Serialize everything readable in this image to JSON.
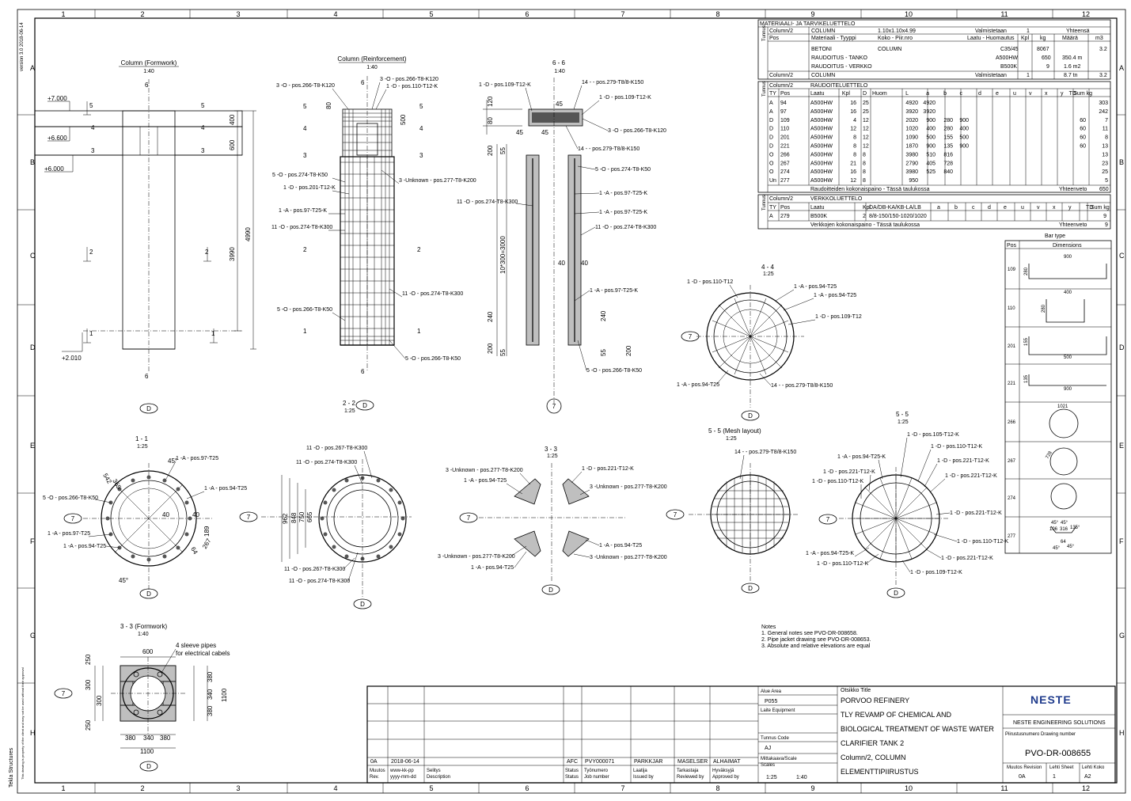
{
  "grid": {
    "columns": [
      "1",
      "2",
      "3",
      "4",
      "5",
      "6",
      "7",
      "8",
      "9",
      "10",
      "11",
      "12"
    ],
    "rows": [
      "A",
      "B",
      "C",
      "D",
      "E",
      "F",
      "G",
      "H"
    ]
  },
  "margin": {
    "side_text": "Tekla Structures",
    "side_note": "This drawing is property of the client and may not be used without their approval",
    "version": "version 3.0 2018-06-14"
  },
  "views": {
    "formwork": {
      "title": "Column (Formwork)",
      "scale": "1:40",
      "levels": [
        "+7.000",
        "+6.600",
        "+6.000",
        "+2.010"
      ],
      "dims": [
        "400",
        "600",
        "3990",
        "4990"
      ],
      "section_marks": [
        "1",
        "2",
        "3",
        "4",
        "5",
        "6"
      ],
      "grid_ref": "D"
    },
    "reinforcement": {
      "title": "Column (Reinforcement)",
      "scale": "1:40",
      "labels": [
        "3 -O - pos.266-T8-K120",
        "3 -O - pos.266-T8-K120",
        "1 -D - pos.110-T12-K",
        "5 -O - pos.274-T8-K50",
        "1 -D - pos.201-T12-K",
        "1 -A - pos.97-T25-K",
        "11 -O - pos.274-T8-K300",
        "3 -Unknown - pos.277-T8-K200",
        "11 -O - pos.274-T8-K300",
        "5 -O - pos.266-T8-K50",
        "5 -O - pos.266-T8-K50"
      ],
      "dims": [
        "80",
        "500"
      ],
      "section": "2 - 2",
      "section_scale": "1:25"
    },
    "section66": {
      "title": "6 - 6",
      "scale": "1:40",
      "labels": [
        "1 -D - pos.109-T12-K",
        "14 - - pos.279-T8/8-K150",
        "1 -D - pos.109-T12-K",
        "3 -O - pos.266-T8-K120",
        "14 - - pos.279-T8/8-K150",
        "5 -O - pos.274-T8-K50",
        "11 -O - pos.274-T8-K300",
        "1 -A - pos.97-T25-K",
        "1 -A - pos.97-T25-K",
        "11 -O - pos.274-T8-K300",
        "1 -A - pos.97-T25-K",
        "5 -O - pos.266-T8-K50"
      ],
      "dims": [
        "120",
        "80",
        "45",
        "45",
        "45",
        "200",
        "55",
        "10*300=3000",
        "40",
        "40",
        "240",
        "240",
        "200",
        "55",
        "55",
        "200"
      ],
      "grid_ref": "7"
    },
    "section44": {
      "title": "4 - 4",
      "scale": "1:25",
      "labels": [
        "1 -D - pos.110-T12",
        "1 -A - pos.94-T25",
        "1 -A - pos.94-T25",
        "1 -D - pos.109-T12",
        "1 -A - pos.94-T25",
        "14 - - pos.279-T8/8-K150"
      ],
      "grid_refs": [
        "7",
        "D"
      ]
    },
    "section11": {
      "title": "1 - 1",
      "scale": "1:25",
      "labels": [
        "1 -A - pos.97-T25",
        "1 -A - pos.94-T25",
        "5 -O - pos.266-T8-K50",
        "1 -A - pos.97-T25",
        "1 -A - pos.94-T25"
      ],
      "dims": [
        "542",
        "365",
        "40",
        "40",
        "189",
        "64",
        "267"
      ],
      "angles": [
        "45°",
        "45°"
      ],
      "grid_refs": [
        "7",
        "D"
      ]
    },
    "section22": {
      "labels": [
        "11 -O - pos.267-T8-K300",
        "11 -O - pos.274-T8-K300",
        "11 -O - pos.267-T8-K300",
        "11 -O - pos.274-T8-K300"
      ],
      "dims": [
        "962",
        "848",
        "750",
        "665"
      ],
      "grid_refs": [
        "7",
        "D"
      ]
    },
    "section33": {
      "title": "3 - 3",
      "scale": "1:25",
      "labels": [
        "3 -Unknown - pos.277-T8-K200",
        "1 -A - pos.94-T25",
        "1 -D - pos.221-T12-K",
        "3 -Unknown - pos.277-T8-K200",
        "1 -A - pos.94-T25",
        "3 -Unknown - pos.277-T8-K200",
        "3 -Unknown - pos.277-T8-K200",
        "1 -A - pos.94-T25"
      ],
      "grid_refs": [
        "7",
        "D"
      ]
    },
    "mesh": {
      "title": "5 - 5 (Mesh layout)",
      "scale": "1:25",
      "labels": [
        "14 - - pos.279-T8/8-K150"
      ],
      "grid_refs": [
        "7",
        "D"
      ]
    },
    "section55": {
      "title": "5 - 5",
      "scale": "1:25",
      "labels": [
        "1 -D - pos.105-T12-K",
        "1 -D - pos.110-T12-K",
        "1 -A - pos.94-T25-K",
        "1 -D - pos.221-T12-K",
        "1 -D - pos.221-T12-K",
        "1 -D - pos.221-T12-K",
        "1 -D - pos.110-T12-K",
        "1 -D - pos.221-T12-K",
        "1 -D - pos.110-T12-K",
        "1 -A - pos.94-T25-K",
        "1 -D - pos.221-T12-K",
        "1 -D - pos.110-T12-K",
        "1 -D - pos.109-T12-K"
      ],
      "grid_refs": [
        "7",
        "D"
      ]
    },
    "formwork33": {
      "title": "3 - 3 (Formwork)",
      "scale": "1:40",
      "note": "4 sleeve pipes",
      "note2": "for electrical cabels",
      "dims": [
        "600",
        "250",
        "300",
        "300",
        "250",
        "380",
        "340",
        "380",
        "1100",
        "380",
        "340",
        "380",
        "1100"
      ],
      "grid_refs": [
        "7",
        "D"
      ]
    }
  },
  "materials": {
    "title": "MATERIAALI- JA TARVIKELUETTELO",
    "side": "Tunnus",
    "head1": [
      "Column/2",
      "COLUMN",
      "1.10x1.10x4.99",
      "Valmistetaan",
      "1",
      "Yhteensä"
    ],
    "head2": [
      "Pos",
      "Materiaali - Tyyppi",
      "Koko - Piir.nro",
      "Laatu - Huomautus",
      "Kpl",
      "kg",
      "Määrä",
      "m3"
    ],
    "rows": [
      [
        "",
        "BETONI",
        "COLUMN",
        "C35/45",
        "",
        "8067",
        "",
        "3.2"
      ],
      [
        "",
        "RAUDOITUS - TANKO",
        "",
        "A500HW",
        "",
        "650",
        "350.4  m",
        ""
      ],
      [
        "",
        "RAUDOITUS - VERKKO",
        "",
        "B500K",
        "",
        "9",
        "1.6  m2",
        ""
      ],
      [
        "Column/2",
        "COLUMN",
        "",
        "Valmistetaan",
        "1",
        "",
        "8.7  tn",
        "3.2"
      ]
    ]
  },
  "rebar": {
    "title": "RAUDOITELUETTELO",
    "col": "Column/2",
    "headers": [
      "TY",
      "Pos",
      "Laatu",
      "Kpl",
      "D",
      "Huom",
      "L",
      "a",
      "b",
      "c",
      "d",
      "e",
      "u",
      "v",
      "x",
      "y",
      "TD",
      "Sum kg"
    ],
    "rows": [
      [
        "A",
        "94",
        "A500HW",
        "16",
        "25",
        "",
        "4920",
        "4920",
        "",
        "",
        "",
        "",
        "",
        "",
        "",
        "",
        "",
        "303"
      ],
      [
        "A",
        "97",
        "A500HW",
        "16",
        "25",
        "",
        "3920",
        "3920",
        "",
        "",
        "",
        "",
        "",
        "",
        "",
        "",
        "",
        "242"
      ],
      [
        "D",
        "109",
        "A500HW",
        "4",
        "12",
        "",
        "2020",
        "900",
        "280",
        "900",
        "",
        "",
        "",
        "",
        "",
        "",
        "60",
        "7"
      ],
      [
        "D",
        "110",
        "A500HW",
        "12",
        "12",
        "",
        "1020",
        "400",
        "280",
        "400",
        "",
        "",
        "",
        "",
        "",
        "",
        "60",
        "11"
      ],
      [
        "D",
        "201",
        "A500HW",
        "8",
        "12",
        "",
        "1090",
        "500",
        "155",
        "500",
        "",
        "",
        "",
        "",
        "",
        "",
        "60",
        "8"
      ],
      [
        "D",
        "221",
        "A500HW",
        "8",
        "12",
        "",
        "1870",
        "900",
        "135",
        "900",
        "",
        "",
        "",
        "",
        "",
        "",
        "60",
        "13"
      ],
      [
        "O",
        "266",
        "A500HW",
        "8",
        "8",
        "",
        "3980",
        "510",
        "816",
        "",
        "",
        "",
        "",
        "",
        "",
        "",
        "",
        "13"
      ],
      [
        "O",
        "267",
        "A500HW",
        "21",
        "8",
        "",
        "2790",
        "405",
        "728",
        "",
        "",
        "",
        "",
        "",
        "",
        "",
        "",
        "23"
      ],
      [
        "O",
        "274",
        "A500HW",
        "16",
        "8",
        "",
        "3980",
        "525",
        "840",
        "",
        "",
        "",
        "",
        "",
        "",
        "",
        "",
        "25"
      ],
      [
        "Un",
        "277",
        "A500HW",
        "12",
        "8",
        "",
        "950",
        "",
        "",
        "",
        "",
        "",
        "",
        "",
        "",
        "",
        "",
        "5"
      ]
    ],
    "total_label": "Raudoitteiden kokonaispaino - Tässä taulukossa",
    "total_side": "Yhteenveto",
    "total": "650"
  },
  "mesh_list": {
    "title": "VERKKOLUETTELO",
    "col": "Column/2",
    "headers": [
      "TY",
      "Pos",
      "Laatu",
      "Kpl",
      "DA/DB-KA/KB-LA/LB",
      "a",
      "b",
      "c",
      "d",
      "e",
      "u",
      "v",
      "x",
      "y",
      "TD",
      "Sum kg"
    ],
    "row": [
      "A",
      "279",
      "B500K",
      "2",
      "8/8-150/150-1020/1020",
      "",
      "",
      "",
      "",
      "",
      "",
      "",
      "",
      "",
      "",
      "9"
    ],
    "total_label": "Verkkojen kokonaispaino - Tässä taulukossa",
    "total_side": "Yhteenveto",
    "total": "9"
  },
  "bartype": {
    "title": "Bar type",
    "pos": "Pos",
    "dims": "Dimensions",
    "rows": [
      {
        "pos": "109",
        "labels": [
          "900",
          "280"
        ]
      },
      {
        "pos": "110",
        "labels": [
          "400",
          "280"
        ]
      },
      {
        "pos": "201",
        "labels": [
          "155",
          "500"
        ]
      },
      {
        "pos": "221",
        "labels": [
          "135",
          "900"
        ]
      },
      {
        "pos": "266",
        "labels": [
          "1021"
        ]
      },
      {
        "pos": "267",
        "labels": [
          "728"
        ]
      },
      {
        "pos": "274",
        "labels": [
          ""
        ]
      },
      {
        "pos": "277",
        "labels": [
          "45°",
          "45°",
          "106",
          "316",
          "135°",
          "64",
          "45°",
          "45°"
        ]
      }
    ]
  },
  "notes": {
    "title": "Notes",
    "lines": [
      "1. General notes see PVO-DR-008658.",
      "2. Pipe jacket drawing see PVO-DR-008653.",
      "3. Absolute and relative elevations are equal"
    ]
  },
  "titleblock": {
    "revision": {
      "rev": "0A",
      "date": "2018-06-14",
      "status": "AFC",
      "job": "PVY000071",
      "drawn": "PARKKJAR",
      "checked": "MASELSER",
      "approved": "ALHAIMAT"
    },
    "labels": {
      "muutos": "Muutos",
      "rev": "Rev.",
      "pvm": "www-kk-pp",
      "date": "yyyy-mm-dd",
      "selitys": "Selitys",
      "desc": "Description",
      "status1": "Status",
      "status2": "Status",
      "job1": "Työnumero",
      "job2": "Job number",
      "drawn1": "Laatija",
      "drawn2": "Issued by",
      "checked1": "Tarkastaja",
      "checked2": "Reviewed by",
      "approved1": "Hyväksyjä",
      "approved2": "Approved by"
    },
    "area_label": "Alue  Area",
    "area": "P055",
    "equipment_label": "Laite  Equipment",
    "code_label": "Tunnus  Code",
    "code": "AJ",
    "scale_label": "Mittakaava/Scale",
    "scale_label2": "Scales",
    "scales": [
      "1:25",
      "1:40"
    ],
    "title_label": "Otsikko  Title",
    "title_lines": [
      "PORVOO REFINERY",
      "TLY REVAMP OF CHEMICAL AND",
      "BIOLOGICAL TREATMENT OF WASTE WATER",
      "CLARIFIER TANK 2",
      "Column/2, COLUMN",
      "ELEMENTTIPIIRUSTUS"
    ],
    "logo": "NESTE",
    "company": "NESTE ENGINEERING SOLUTIONS",
    "drawing_number_label": "Piirustusnumero  Drawing number",
    "drawing_number": "PVO-DR-008655",
    "rev_label": "Muutos  Revision",
    "rev": "0A",
    "sheet_label": "Lehti  Sheet",
    "sheet": "1",
    "size_label": "Lehti  Koko",
    "size": "A2"
  }
}
